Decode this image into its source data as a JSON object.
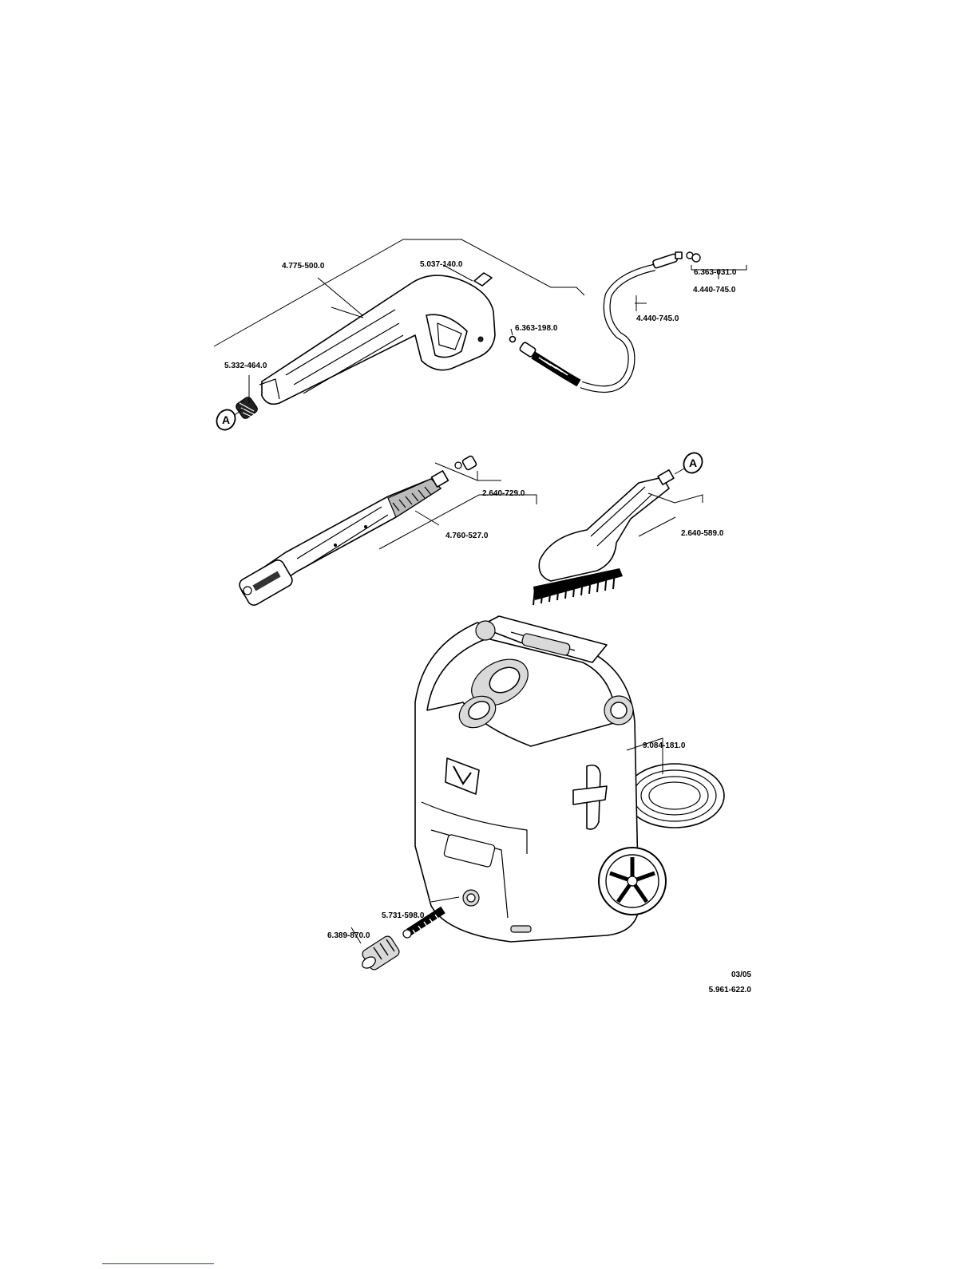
{
  "labels": {
    "grip": "4.775-500.0",
    "trigger_clip": "5.037-140.0",
    "spring": "5.332-464.0",
    "o_ring": "6.363-198.0",
    "hose_end_ring": "6.363-031.0",
    "hose_end_kit": "4.440-745.0",
    "hose": "4.440-745.0",
    "nozzle": "2.640-729.0",
    "lance": "4.760-527.0",
    "brush": "2.640-589.0",
    "hose_reel": "9.084-181.0",
    "filter": "5.731-598.0",
    "coupling": "6.389-870.0"
  },
  "connectors": {
    "a_top": "A",
    "a_brush": "A"
  },
  "footer": {
    "date": "03/05",
    "doc_number": "5.961-622.0"
  }
}
